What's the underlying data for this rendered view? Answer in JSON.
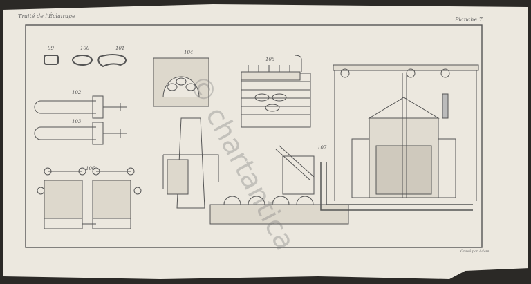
{
  "header": {
    "left_title": "Traité de l'Éclairage",
    "right_title": "Planche 7."
  },
  "footer": {
    "engraver": "Gravé par Adam"
  },
  "watermark": "© chartantica",
  "figures": [
    {
      "number": "99"
    },
    {
      "number": "100"
    },
    {
      "number": "101"
    },
    {
      "number": "102"
    },
    {
      "number": "103"
    },
    {
      "number": "104"
    },
    {
      "number": "105"
    },
    {
      "number": "106"
    },
    {
      "number": "107"
    }
  ],
  "colors": {
    "paper": "#ece8df",
    "ink": "#555555",
    "background": "#2b2926"
  }
}
